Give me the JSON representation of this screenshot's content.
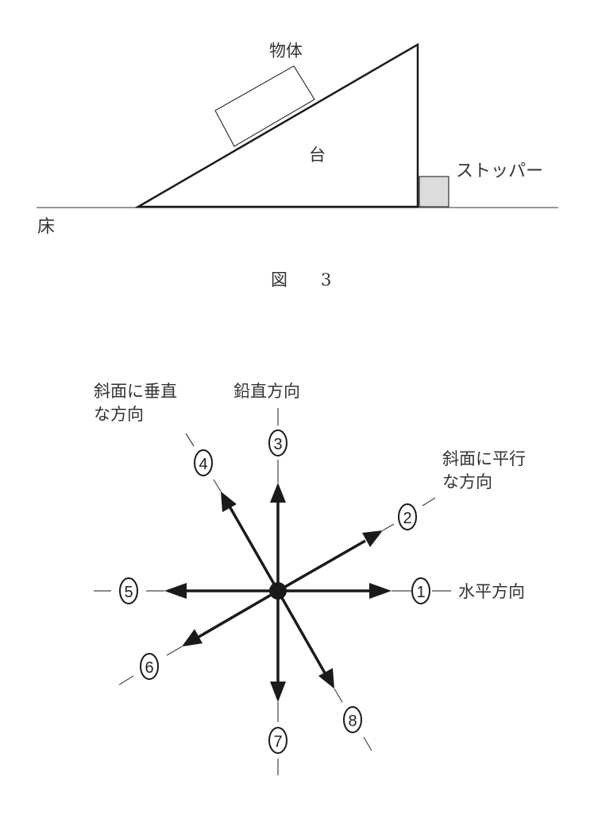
{
  "figure3": {
    "caption_label": "図",
    "caption_number": "3",
    "labels": {
      "object": "物体",
      "platform": "台",
      "stopper": "ストッパー",
      "floor": "床"
    },
    "colors": {
      "stroke": "#1a1a1a",
      "stopper_fill": "#dcdcdc"
    }
  },
  "direction_diagram": {
    "labels": {
      "perpendicular_line1": "斜面に垂直",
      "perpendicular_line2": "な方向",
      "vertical": "鉛直方向",
      "parallel_line1": "斜面に平行",
      "parallel_line2": "な方向",
      "horizontal": "水平方向"
    },
    "directions": [
      {
        "number": "①",
        "name": "horizontal-right"
      },
      {
        "number": "②",
        "name": "parallel-up-right"
      },
      {
        "number": "③",
        "name": "vertical-up"
      },
      {
        "number": "④",
        "name": "perpendicular-up-left"
      },
      {
        "number": "⑤",
        "name": "horizontal-left"
      },
      {
        "number": "⑥",
        "name": "parallel-down-left"
      },
      {
        "number": "⑦",
        "name": "vertical-down"
      },
      {
        "number": "⑧",
        "name": "perpendicular-down-right"
      }
    ]
  }
}
